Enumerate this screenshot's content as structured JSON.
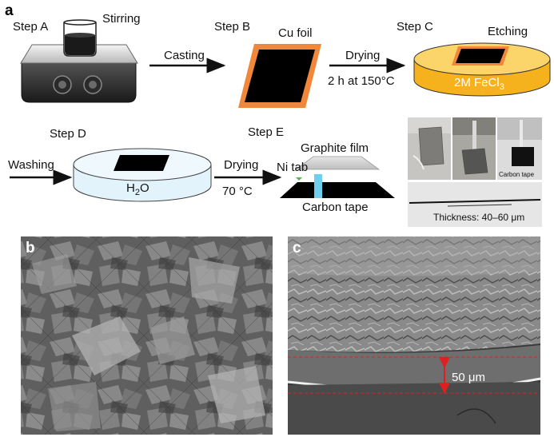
{
  "panels": {
    "a": "a",
    "b": "b",
    "c": "c"
  },
  "steps": {
    "a": {
      "title": "Step A",
      "note": "Stirring"
    },
    "b": {
      "title": "Step B",
      "note": "Cu foil"
    },
    "c": {
      "title": "Step C",
      "note": "Etching",
      "solution": "2M FeCl",
      "solution_sub": "3"
    },
    "d": {
      "title": "Step D",
      "solution": "H",
      "solution_sub": "2",
      "solution_tail": "O"
    },
    "e": {
      "title": "Step E",
      "graphite": "Graphite film",
      "ni_tab": "Ni tab",
      "tape": "Carbon tape"
    }
  },
  "arrows": {
    "casting": "Casting",
    "drying1": "Drying",
    "drying1_cond": "2 h at 150°C",
    "washing": "Washing",
    "drying2": "Drying",
    "drying2_cond": "70 °C"
  },
  "photos": {
    "carbon_tape_label": "Carbon tape",
    "thickness": "Thickness: 40–60 μm"
  },
  "sem": {
    "scale_label": "50 μm"
  },
  "colors": {
    "copper_orange": "#f0873a",
    "fecl3_yellow": "#f5b21c",
    "water_blue": "#e2f3fb",
    "ni_tab_cyan": "#6ecfee",
    "scale_red": "#e02020"
  }
}
